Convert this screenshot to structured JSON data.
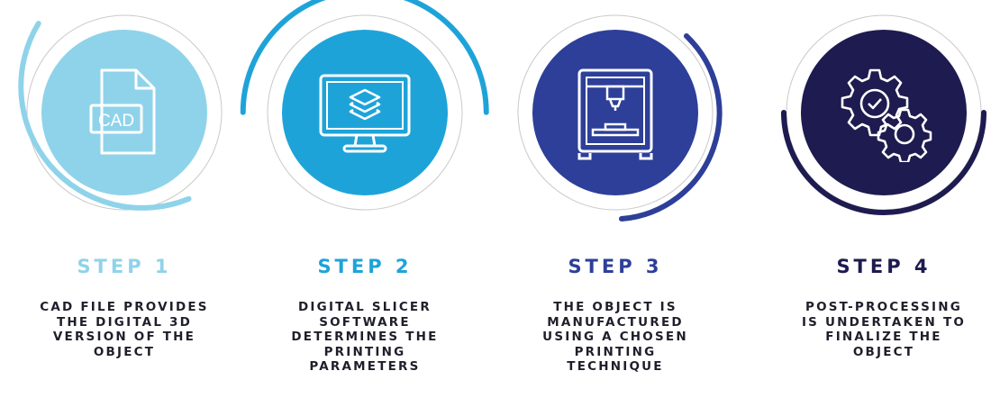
{
  "steps": [
    {
      "title": "STEP 1",
      "icon": "cad-file-icon",
      "color": "#8fd3ea",
      "description": [
        "CAD FILE PROVIDES",
        "THE DIGITAL 3D",
        "VERSION OF THE",
        "OBJECT"
      ],
      "file_label": "CAD"
    },
    {
      "title": "STEP 2",
      "icon": "monitor-layers-icon",
      "color": "#1ea3d9",
      "description": [
        "DIGITAL SLICER",
        "SOFTWARE",
        "DETERMINES THE",
        "PRINTING",
        "PARAMETERS"
      ]
    },
    {
      "title": "STEP 3",
      "icon": "3d-printer-icon",
      "color": "#2d3f98",
      "description": [
        "THE OBJECT IS",
        "MANUFACTURED",
        "USING A CHOSEN",
        "PRINTING",
        "TECHNIQUE"
      ]
    },
    {
      "title": "STEP 4",
      "icon": "gears-icon",
      "color": "#1d1b4f",
      "description": [
        "POST-PROCESSING",
        "IS UNDERTAKEN TO",
        "FINALIZE THE",
        "OBJECT"
      ]
    }
  ]
}
